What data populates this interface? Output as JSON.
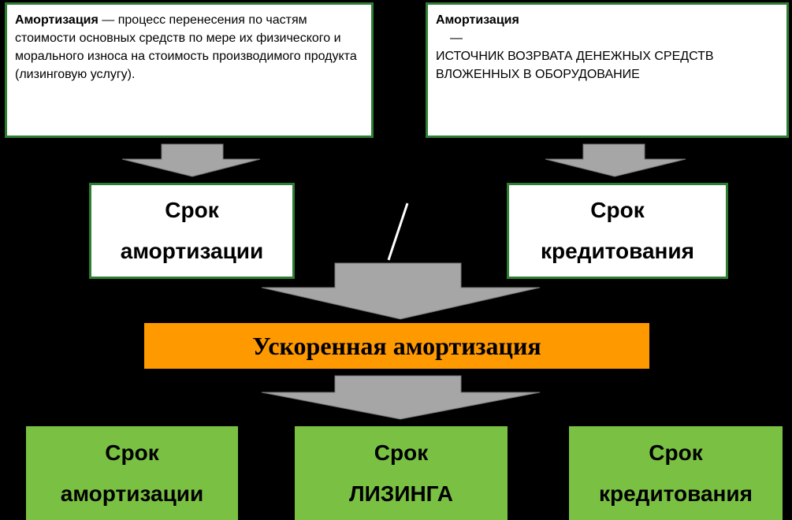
{
  "definitions": {
    "left": {
      "term": "Амортизация",
      "text": "— процесс перенесения по частям стоимости основных средств по мере их физического и морального износа на стоимость производимого продукта (лизинговую услугу)."
    },
    "right": {
      "term": "Амортизация",
      "dash": "—",
      "text": "ИСТОЧНИК ВОЗРВАТА ДЕНЕЖНЫХ СРЕДСТВ ВЛОЖЕННЫХ В ОБОРУДОВАНИЕ"
    }
  },
  "middle": {
    "left": {
      "line1": "Срок",
      "line2": "амортизации"
    },
    "right": {
      "line1": "Срок",
      "line2": "кредитования"
    }
  },
  "center_label": "Ускоренная амортизация",
  "bottom": {
    "left": {
      "line1": "Срок",
      "line2": "амортизации"
    },
    "center": {
      "line1": "Срок",
      "line2": "ЛИЗИНГА"
    },
    "right": {
      "line1": "Срок",
      "line2": "кредитования"
    }
  },
  "colors": {
    "box_border": "#2e7d32",
    "orange": "#ff9900",
    "green": "#7ac143",
    "arrow": "#a6a6a6"
  }
}
